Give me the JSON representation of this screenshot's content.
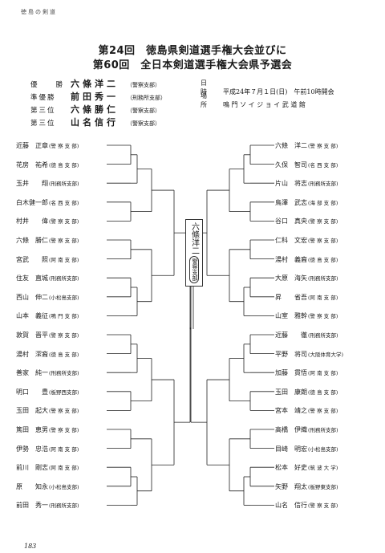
{
  "header_note": "徳島の剣道",
  "title_line1": "第24回　徳島県剣道選手権大会並びに",
  "title_line2": "第60回　全日本剣道選手権大会県予選会",
  "results": [
    {
      "label": "優　　勝",
      "name": "六條洋二",
      "affiliation": "（警察支部）"
    },
    {
      "label": "準優勝",
      "name": "前田秀一",
      "affiliation": "（刑務所支部）"
    },
    {
      "label": "第三位",
      "name": "六條勝仁",
      "affiliation": "（警察支部）"
    },
    {
      "label": "第三位",
      "name": "山名信行",
      "affiliation": "（警察支部）"
    }
  ],
  "info": [
    {
      "label": "日　時",
      "value": "平成24年７月１日(日)　午前10時開会"
    },
    {
      "label": "場　所",
      "value": "鳴 門 ソ イ ジ ョ イ 武 道 館"
    }
  ],
  "champion": {
    "name": "六條洋二",
    "affiliation": "警察支部"
  },
  "left_players": [
    {
      "name": "近藤　正章",
      "aff": "(警 察 支 部)"
    },
    {
      "name": "花房　祐希",
      "aff": "(徳 島 支 部)"
    },
    {
      "name": "玉井　　翔",
      "aff": "(刑務所支部)"
    },
    {
      "name": "白木健一郎",
      "aff": "(名 西 支 部)"
    },
    {
      "name": "村井　　偉",
      "aff": "(警 察 支 部)"
    },
    {
      "name": "六條　勝仁",
      "aff": "(警 察 支 部)"
    },
    {
      "name": "宮武　　照",
      "aff": "(阿 南 支 部)"
    },
    {
      "name": "住友　直城",
      "aff": "(刑務所支部)"
    },
    {
      "name": "西山　伸二",
      "aff": "(小松島支部)"
    },
    {
      "name": "山本　義征",
      "aff": "(鳴 門 支 部)"
    },
    {
      "name": "敦賀　晋平",
      "aff": "(警 察 支 部)"
    },
    {
      "name": "湯村　潔裔",
      "aff": "(徳 島 支 部)"
    },
    {
      "name": "善家　純一",
      "aff": "(刑務所支部)"
    },
    {
      "name": "明口　　豊",
      "aff": "(板野西支部)"
    },
    {
      "name": "玉田　起大",
      "aff": "(警 察 支 部)"
    },
    {
      "name": "篤田　恵男",
      "aff": "(警 察 支 部)"
    },
    {
      "name": "伊勢　忠浩",
      "aff": "(阿 南 支 部)"
    },
    {
      "name": "前川　剛志",
      "aff": "(阿 南 支 部)"
    },
    {
      "name": "原　　知永",
      "aff": "(小松島支部)"
    },
    {
      "name": "前田　秀一",
      "aff": "(刑務所支部)"
    }
  ],
  "right_players": [
    {
      "name": "六條　洋二",
      "aff": "(警 察 支 部)"
    },
    {
      "name": "久保　智司",
      "aff": "(名 西 支 部)"
    },
    {
      "name": "片山　将志",
      "aff": "(刑務所支部)"
    },
    {
      "name": "鳥澤　武志",
      "aff": "(海 部 支 部)"
    },
    {
      "name": "谷口　真央",
      "aff": "(警 察 支 部)"
    },
    {
      "name": "仁科　文宏",
      "aff": "(警 察 支 部)"
    },
    {
      "name": "湯村　義裔",
      "aff": "(徳 島 支 部)"
    },
    {
      "name": "大原　海矢",
      "aff": "(刑務所支部)"
    },
    {
      "name": "昇　　省吾",
      "aff": "(阿 南 支 部)"
    },
    {
      "name": "山室　雅幹",
      "aff": "(警 察 支 部)"
    },
    {
      "name": "近藤　　徹",
      "aff": "(刑務所支部)"
    },
    {
      "name": "平野　将司",
      "aff": "(大阪体育大学)"
    },
    {
      "name": "加藤　貫悟",
      "aff": "(阿 南 支 部)"
    },
    {
      "name": "玉田　康朗",
      "aff": "(徳 島 支 部)"
    },
    {
      "name": "宮本　靖之",
      "aff": "(警 察 支 部)"
    },
    {
      "name": "高橋　伊織",
      "aff": "(刑務所支部)"
    },
    {
      "name": "目崎　明宏",
      "aff": "(小松島支部)"
    },
    {
      "name": "松本　好史",
      "aff": "(筑 波 大 学)"
    },
    {
      "name": "矢野　翔太",
      "aff": "(板野東支部)"
    },
    {
      "name": "山名　信行",
      "aff": "(警 察 支 部)"
    }
  ],
  "page_number": "183"
}
